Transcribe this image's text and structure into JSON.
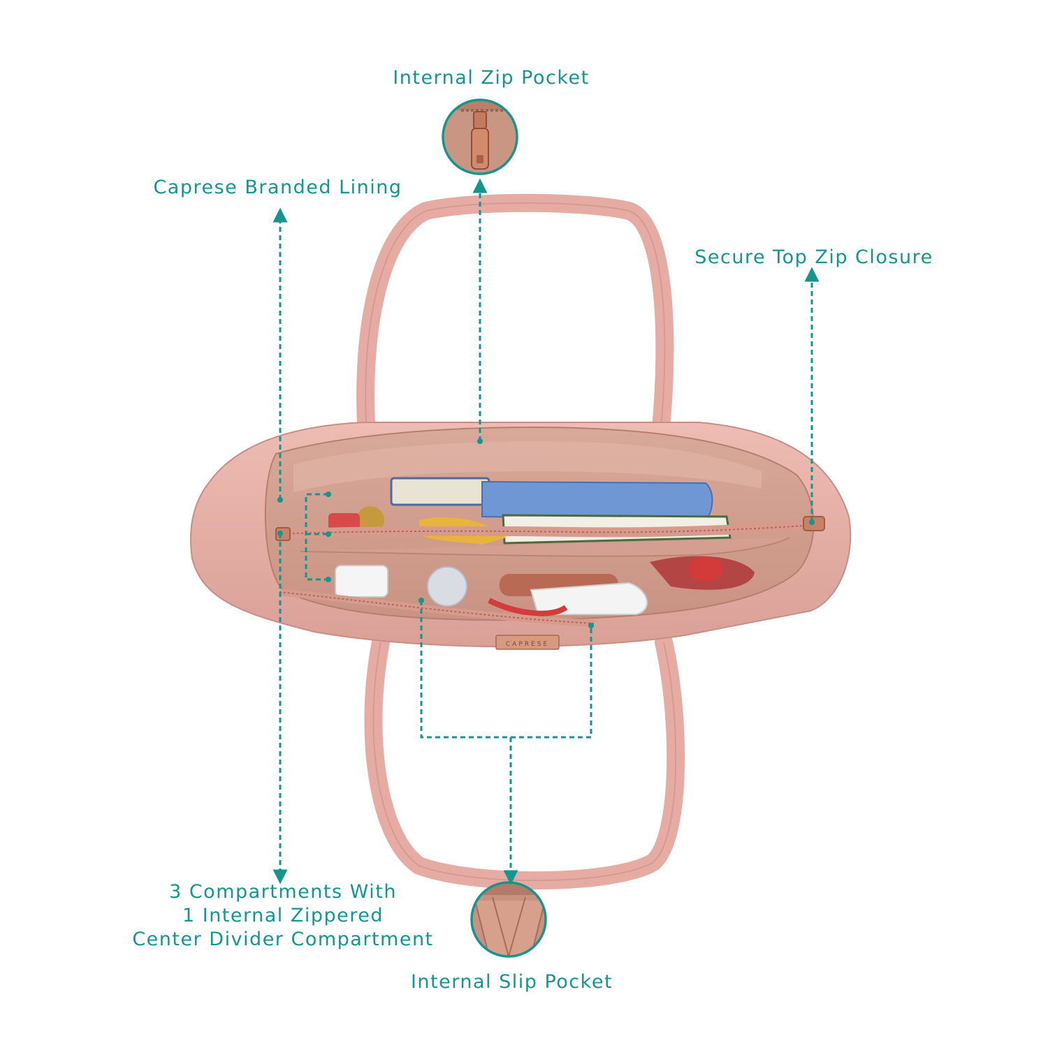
{
  "colors": {
    "accent": "#14968f",
    "bag_pink": "#e8b0a8",
    "bag_pink_dark": "#c98d85",
    "lining": "#d9a89c",
    "rose_gold": "#c07a5f",
    "background": "#ffffff"
  },
  "callouts": {
    "internal_zip_pocket": "Internal Zip Pocket",
    "caprese_branded_lining": "Caprese Branded Lining",
    "secure_top_zip_closure": "Secure Top Zip Closure",
    "compartments": [
      "3 Compartments With",
      "1 Internal Zippered",
      "Center Divider Compartment"
    ],
    "internal_slip_pocket": "Internal Slip Pocket"
  },
  "images": {
    "main": "pink tote bag top view with open compartments",
    "zip_inset": "zoomed zipper pull",
    "slip_inset": "zoomed slip pocket",
    "brand_plate_text": "CAPRESE"
  }
}
